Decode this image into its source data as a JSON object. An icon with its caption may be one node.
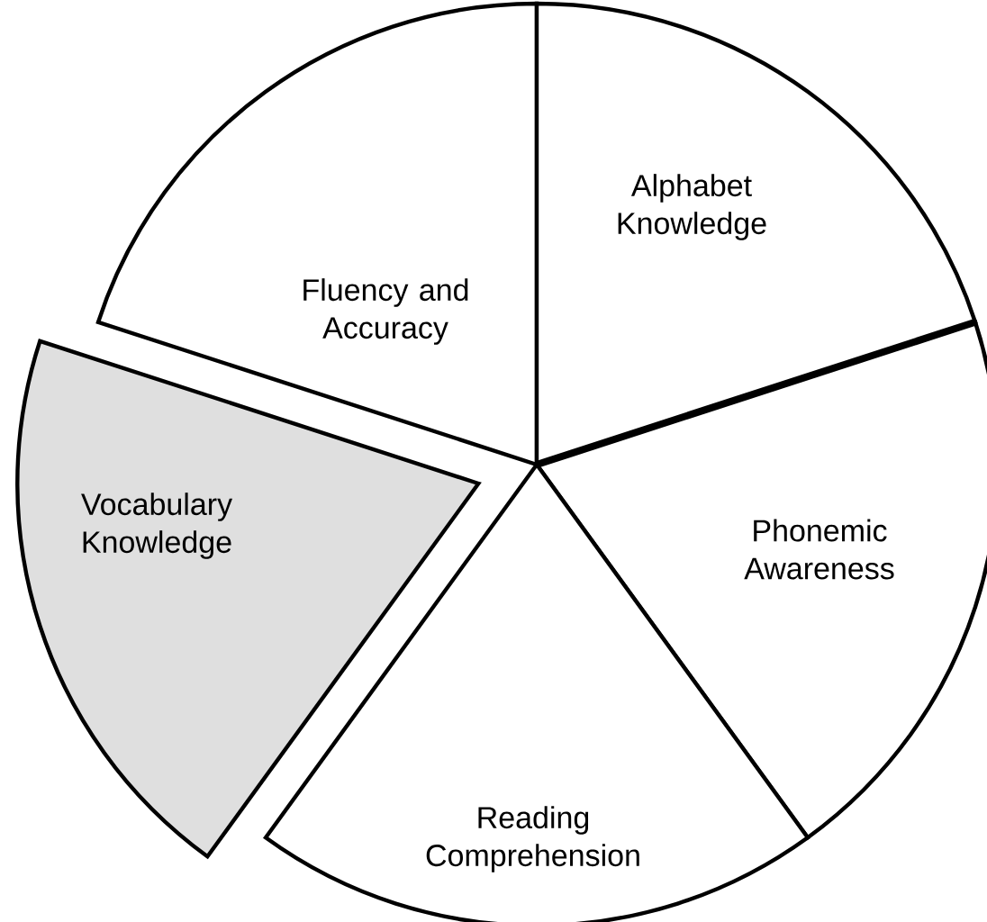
{
  "diagram": {
    "nodes": [
      {
        "text": [
          "Fluency and Accuracy"
        ]
      },
      {
        "text": [
          "Alphabet Knowledge"
        ]
      },
      {
        "text": [
          "Vocabulary Knowledge"
        ]
      },
      {
        "text": [
          "Phonemic Awareness"
        ]
      },
      {
        "text": [
          "Reading Comprehension"
        ]
      }
    ]
  }
}
